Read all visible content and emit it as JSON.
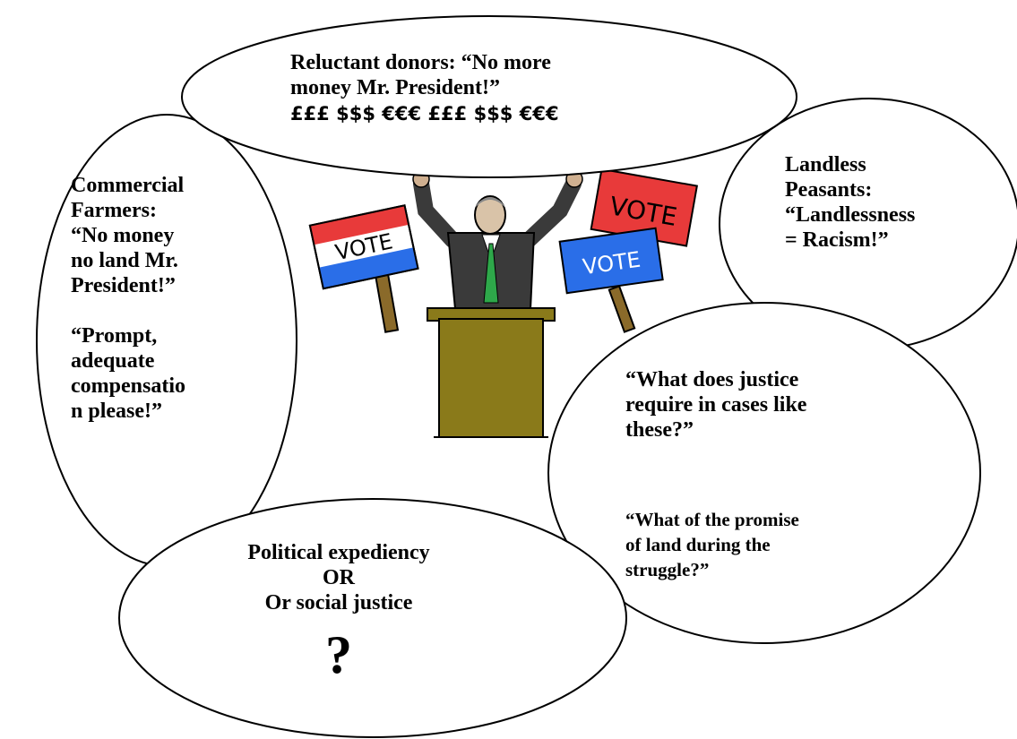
{
  "bubbles": {
    "donors": {
      "line1": "Reluctant donors: “No more",
      "line2": "money Mr. President!”",
      "money": "£££  $$$ €€€  £££  $$$ €€€"
    },
    "farmers": {
      "lines": [
        "Commercial",
        "Farmers:",
        "“No money",
        "no land Mr.",
        "President!”"
      ],
      "lines2": [
        "“Prompt,",
        "adequate",
        "compensatio",
        "n please!”"
      ]
    },
    "peasants": {
      "lines": [
        "Landless",
        "Peasants:",
        "“Landlessness",
        "= Racism!”"
      ]
    },
    "justice": {
      "lines": [
        "“What does justice",
        "require in cases like",
        "these?”"
      ],
      "lines2": [
        "“What of the promise",
        "of land during the",
        "struggle?”"
      ]
    },
    "expediency": {
      "line1": "Political expediency",
      "line2": "OR",
      "line3": "Or social justice",
      "mark": "?"
    }
  },
  "clipart": {
    "icon": "politician-at-podium-icon",
    "signs": [
      "VOTE",
      "VOTE",
      "VOTE"
    ],
    "colors": {
      "suit": "#3a3a3a",
      "podium": "#8a7a1a",
      "red": "#e83a3a",
      "blue": "#2a6ee8",
      "tie": "#2ea84a"
    }
  }
}
